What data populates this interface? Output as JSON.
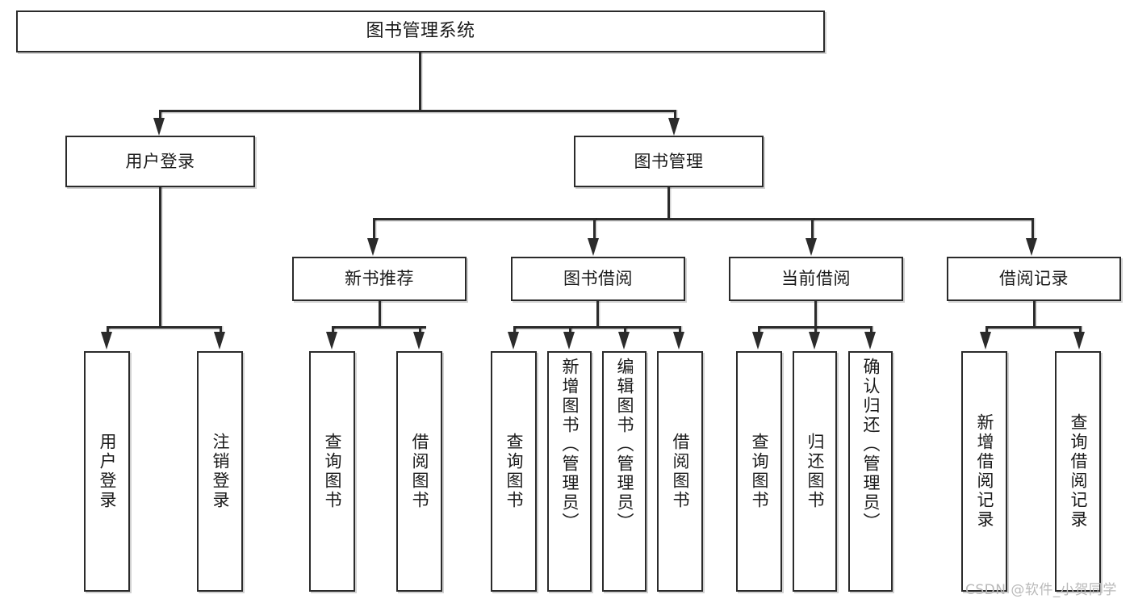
{
  "diagram": {
    "title": "图书管理系统",
    "type": "hierarchy-tree",
    "nodes": {
      "root": {
        "label": "图书管理系统"
      },
      "level2": [
        {
          "id": "user-login",
          "label": "用户登录"
        },
        {
          "id": "book-management",
          "label": "图书管理"
        }
      ],
      "level3": [
        {
          "id": "new-book-recommend",
          "label": "新书推荐"
        },
        {
          "id": "book-borrow",
          "label": "图书借阅"
        },
        {
          "id": "current-borrow",
          "label": "当前借阅"
        },
        {
          "id": "borrow-record",
          "label": "借阅记录"
        }
      ],
      "leaves": [
        {
          "id": "leaf-user-login",
          "label": "用户登录",
          "parent": "user-login"
        },
        {
          "id": "leaf-logout-login",
          "label": "注销登录",
          "parent": "user-login"
        },
        {
          "id": "leaf-query-book-1",
          "label": "查询图书",
          "parent": "new-book-recommend"
        },
        {
          "id": "leaf-borrow-book-1",
          "label": "借阅图书",
          "parent": "new-book-recommend"
        },
        {
          "id": "leaf-query-book-2",
          "label": "查询图书",
          "parent": "book-borrow"
        },
        {
          "id": "leaf-add-book-admin",
          "label": "新增图书（管理员）",
          "parent": "book-borrow"
        },
        {
          "id": "leaf-edit-book-admin",
          "label": "编辑图书（管理员）",
          "parent": "book-borrow"
        },
        {
          "id": "leaf-borrow-book-2",
          "label": "借阅图书",
          "parent": "book-borrow"
        },
        {
          "id": "leaf-query-book-3",
          "label": "查询图书",
          "parent": "current-borrow"
        },
        {
          "id": "leaf-return-book",
          "label": "归还图书",
          "parent": "current-borrow"
        },
        {
          "id": "leaf-confirm-return-admin",
          "label": "确认归还（管理员）",
          "parent": "current-borrow"
        },
        {
          "id": "leaf-add-borrow-record",
          "label": "新增借阅记录",
          "parent": "borrow-record"
        },
        {
          "id": "leaf-query-borrow-record",
          "label": "查询借阅记录",
          "parent": "borrow-record"
        }
      ]
    },
    "watermark": "CSDN @软件_小贺同学",
    "colors": {
      "stroke": "#2b2b2b",
      "fill": "#ffffff",
      "text": "#1a1a1a",
      "watermark": "#b9b9b9"
    }
  }
}
